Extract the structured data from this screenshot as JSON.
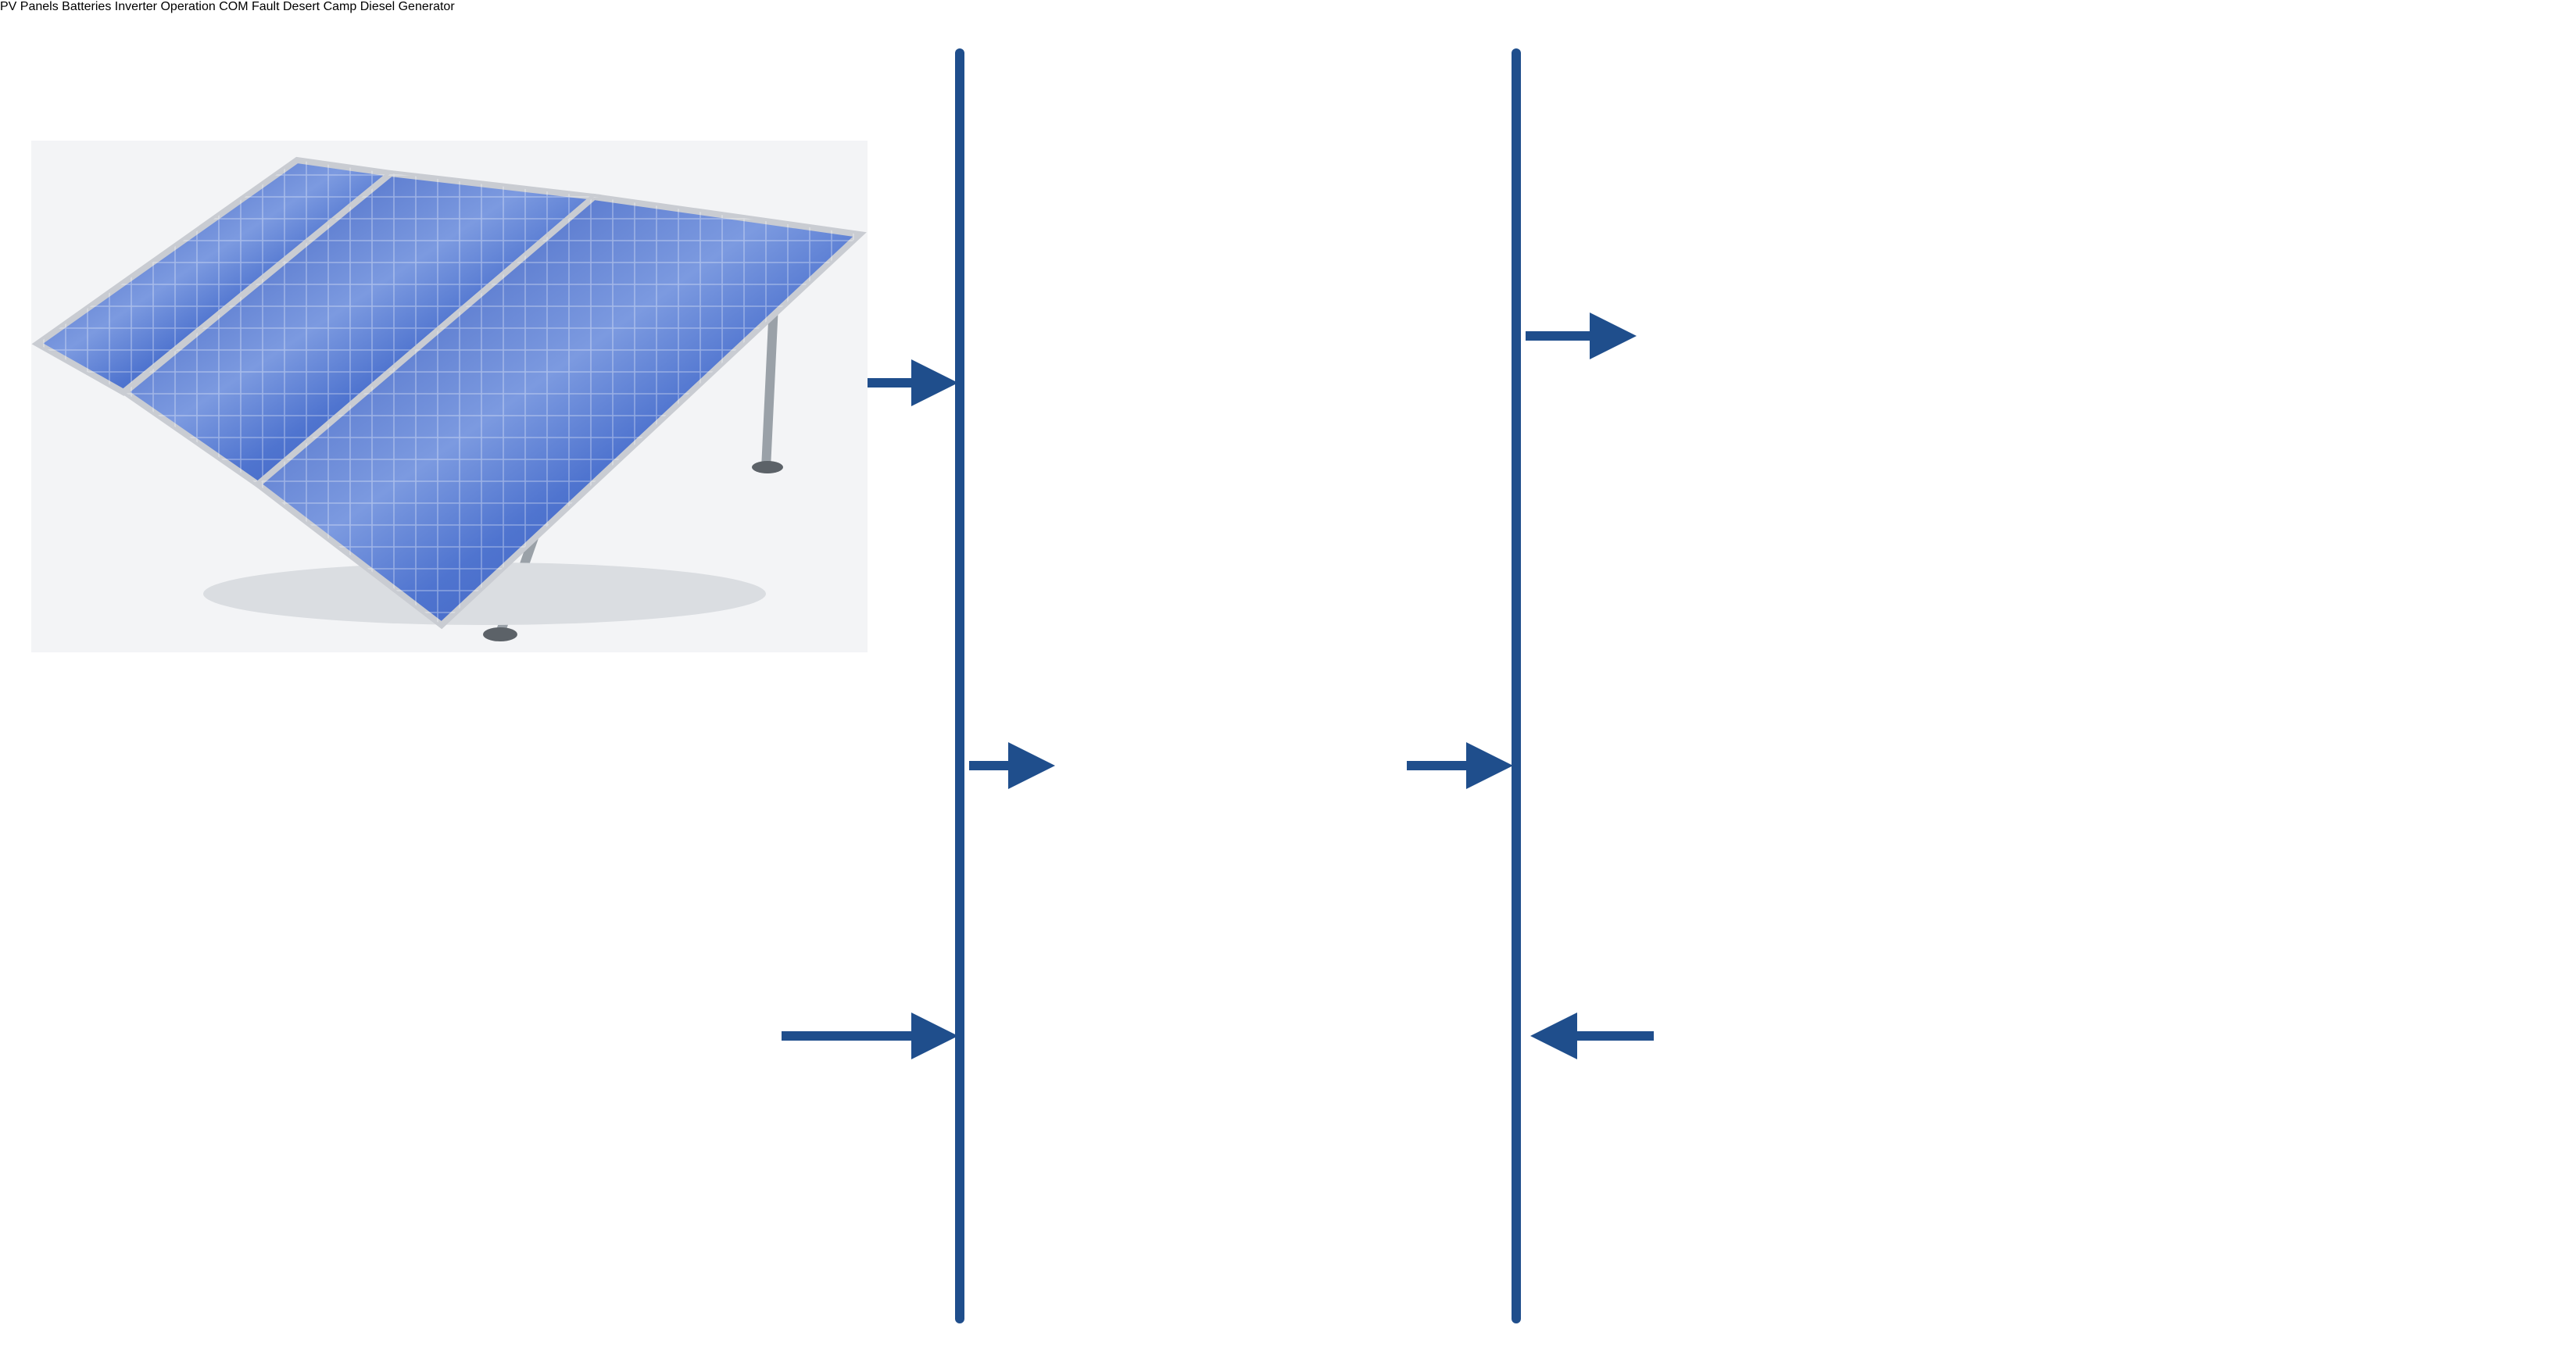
{
  "labels": {
    "pv_panels": "PV Panels",
    "batteries": "Batteries",
    "inverter": "Inverter",
    "desert_camp": "Desert Camp",
    "diesel_generator": "Diesel Generator"
  },
  "inverter_indicators": [
    "Operation",
    "COM",
    "Fault"
  ],
  "colors": {
    "bus": "#1f4e8c",
    "arrow": "#1f4e8c",
    "panel_blue": "#3a64c8",
    "panel_frame": "#c9ccd2",
    "battery_blue": "#3b7fd4",
    "battery_gray": "#9aa0a8",
    "inverter_body": "#eef0f2",
    "generator_yellow": "#f6c800",
    "generator_frame": "#1a1a1a",
    "tent": "#6b6f70",
    "sand": "#b89682",
    "sky": "#dfe4e6"
  }
}
